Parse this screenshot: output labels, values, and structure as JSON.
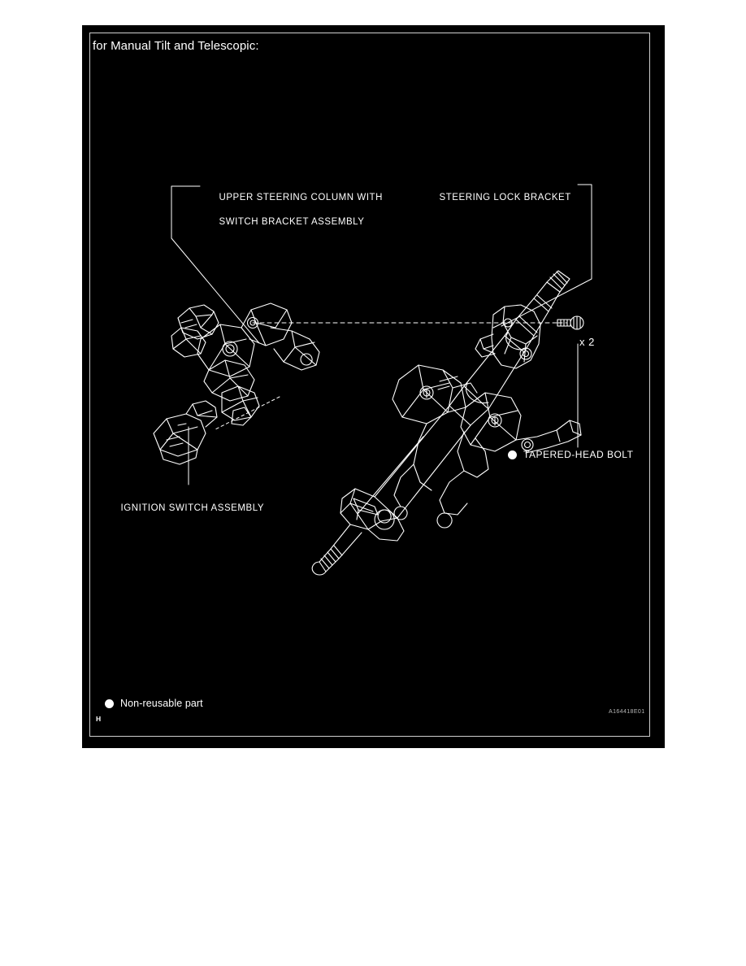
{
  "figure": {
    "title": "for Manual Tilt and Telescopic:",
    "code": "A164418E01",
    "corner_mark": "H",
    "background_color": "#000000",
    "line_color": "#ffffff",
    "border_color": "#cfcfcf"
  },
  "callouts": [
    {
      "id": "upper-steering-column",
      "line1": "UPPER STEERING COLUMN WITH",
      "line2": "SWITCH BRACKET ASSEMBLY"
    },
    {
      "id": "steering-lock-bracket",
      "line1": "STEERING LOCK BRACKET",
      "line2": ""
    },
    {
      "id": "ignition-switch-assembly",
      "line1": "IGNITION SWITCH ASSEMBLY",
      "line2": ""
    }
  ],
  "legend": {
    "tapered_head_bolt": "TAPERED-HEAD BOLT",
    "non_reusable_part": "Non-reusable part",
    "bolt_quantity": "x 2"
  }
}
